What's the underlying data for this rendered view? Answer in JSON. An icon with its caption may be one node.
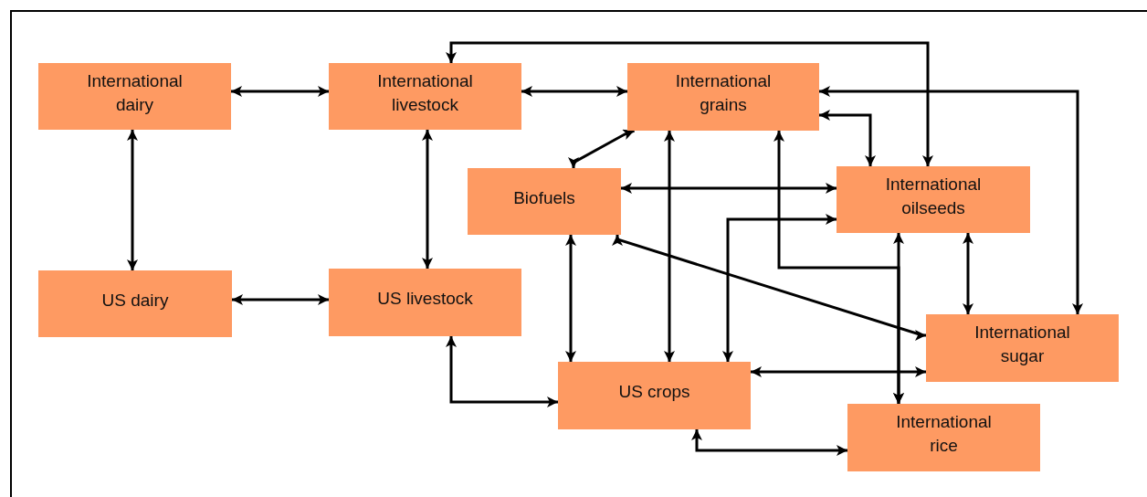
{
  "diagram": {
    "nodes": [
      {
        "text": [
          "International dairy"
        ]
      },
      {
        "text": [
          "International livestock"
        ]
      },
      {
        "text": [
          "International grains"
        ]
      },
      {
        "text": [
          "Biofuels"
        ]
      },
      {
        "text": [
          "International oilseeds"
        ]
      },
      {
        "text": [
          "US dairy"
        ]
      },
      {
        "text": [
          "US livestock"
        ]
      },
      {
        "text": [
          "International sugar"
        ]
      },
      {
        "text": [
          "US crops"
        ]
      },
      {
        "text": [
          "International rice"
        ]
      }
    ],
    "edges": [
      {
        "from": 0,
        "to": 1,
        "arrow": "both"
      },
      {
        "from": 1,
        "to": 2,
        "arrow": "both"
      },
      {
        "from": 0,
        "to": 5,
        "arrow": "both"
      },
      {
        "from": 1,
        "to": 6,
        "arrow": "both"
      },
      {
        "from": 5,
        "to": 6,
        "arrow": "both"
      },
      {
        "from": 2,
        "to": 3,
        "arrow": "both"
      },
      {
        "from": 3,
        "to": 4,
        "arrow": "both"
      },
      {
        "from": 3,
        "to": 8,
        "arrow": "both"
      },
      {
        "from": 6,
        "to": 8,
        "arrow": "both"
      },
      {
        "from": 8,
        "to": 9,
        "arrow": "both"
      },
      {
        "from": 8,
        "to": 7,
        "arrow": "both"
      },
      {
        "from": 1,
        "to": 4,
        "arrow": "both"
      },
      {
        "from": 2,
        "to": 7,
        "arrow": "both"
      },
      {
        "from": 2,
        "to": 4,
        "arrow": "both"
      },
      {
        "from": 2,
        "to": 8,
        "arrow": "both"
      },
      {
        "from": 2,
        "to": 9,
        "arrow": "both"
      },
      {
        "from": 4,
        "to": 9,
        "arrow": "both"
      },
      {
        "from": 8,
        "to": 4,
        "arrow": "both"
      },
      {
        "from": 3,
        "to": 7,
        "arrow": "both"
      },
      {
        "from": 4,
        "to": 7,
        "arrow": "both"
      }
    ]
  }
}
